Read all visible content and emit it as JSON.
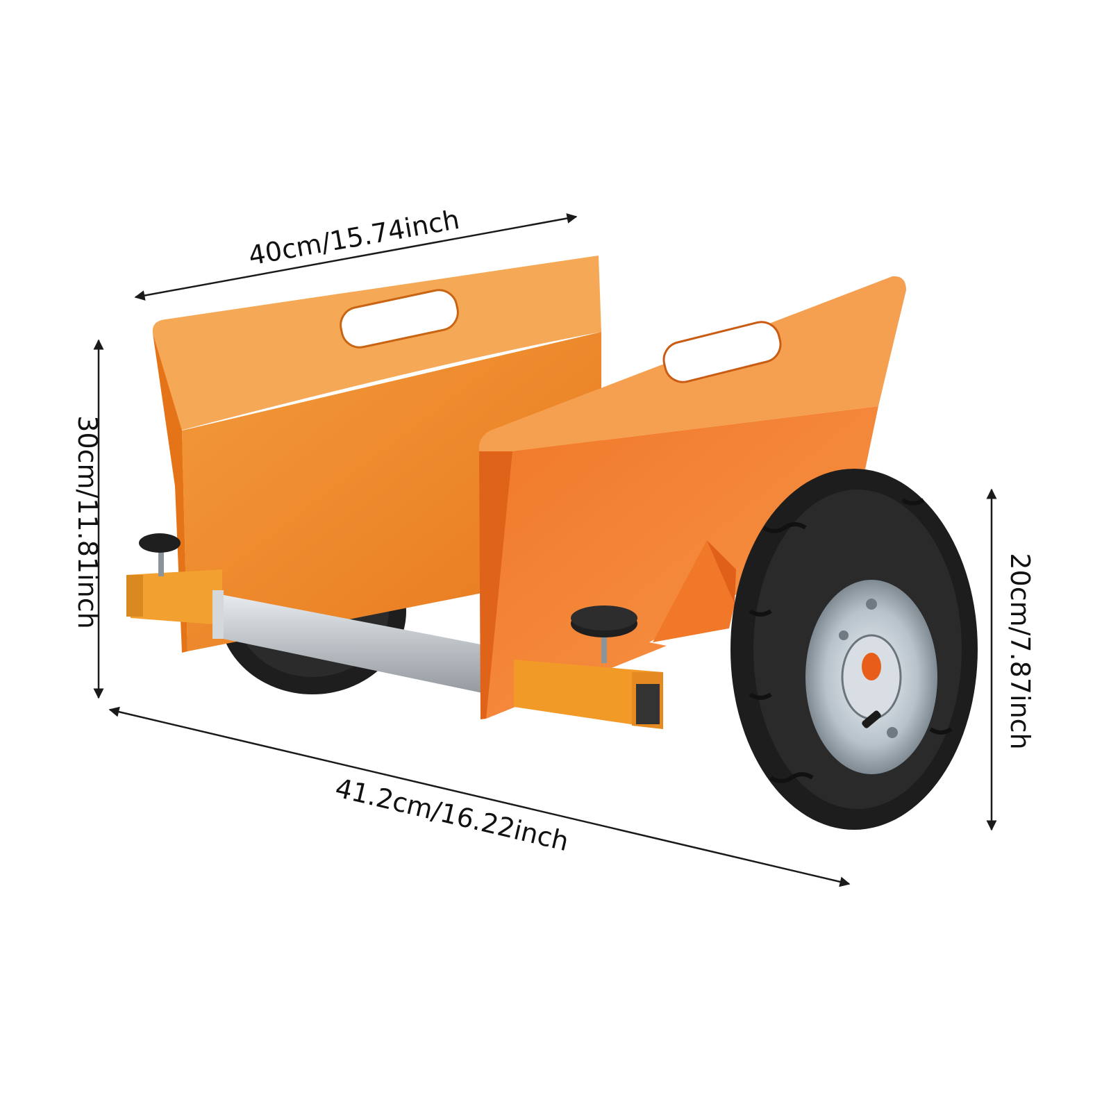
{
  "product": {
    "name": "panel dolly",
    "body_color": "#f07c23",
    "body_color_light": "#f5a04a",
    "tire_color": "#222222",
    "rod_color": "#c8ccd0"
  },
  "dimensions": {
    "width_label": "40cm/15.74inch",
    "height_label": "30cm/11.81inch",
    "length_label": "41.2cm/16.22inch",
    "wheel_label": "20cm/7.87inch"
  },
  "colors": {
    "dimension_line": "#1a1a1a",
    "background": "#ffffff"
  }
}
